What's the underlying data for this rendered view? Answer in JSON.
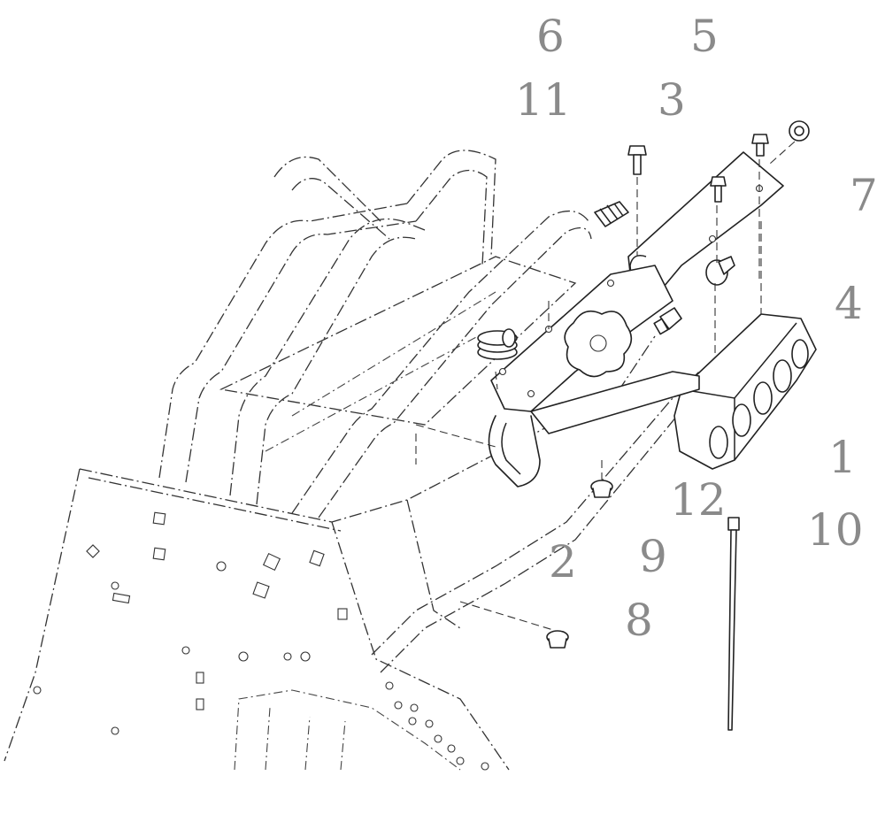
{
  "callouts": [
    {
      "id": "c6",
      "label": "6"
    },
    {
      "id": "c5",
      "label": "5"
    },
    {
      "id": "c11",
      "label": "11"
    },
    {
      "id": "c3",
      "label": "3"
    },
    {
      "id": "c7",
      "label": "7"
    },
    {
      "id": "c4",
      "label": "4"
    },
    {
      "id": "c1",
      "label": "1"
    },
    {
      "id": "c12",
      "label": "12"
    },
    {
      "id": "c10",
      "label": "10"
    },
    {
      "id": "c2",
      "label": "2"
    },
    {
      "id": "c9",
      "label": "9"
    },
    {
      "id": "c8",
      "label": "8"
    }
  ],
  "colors": {
    "callout": "#8a8a8a",
    "line": "#222222",
    "background": "#ffffff"
  }
}
